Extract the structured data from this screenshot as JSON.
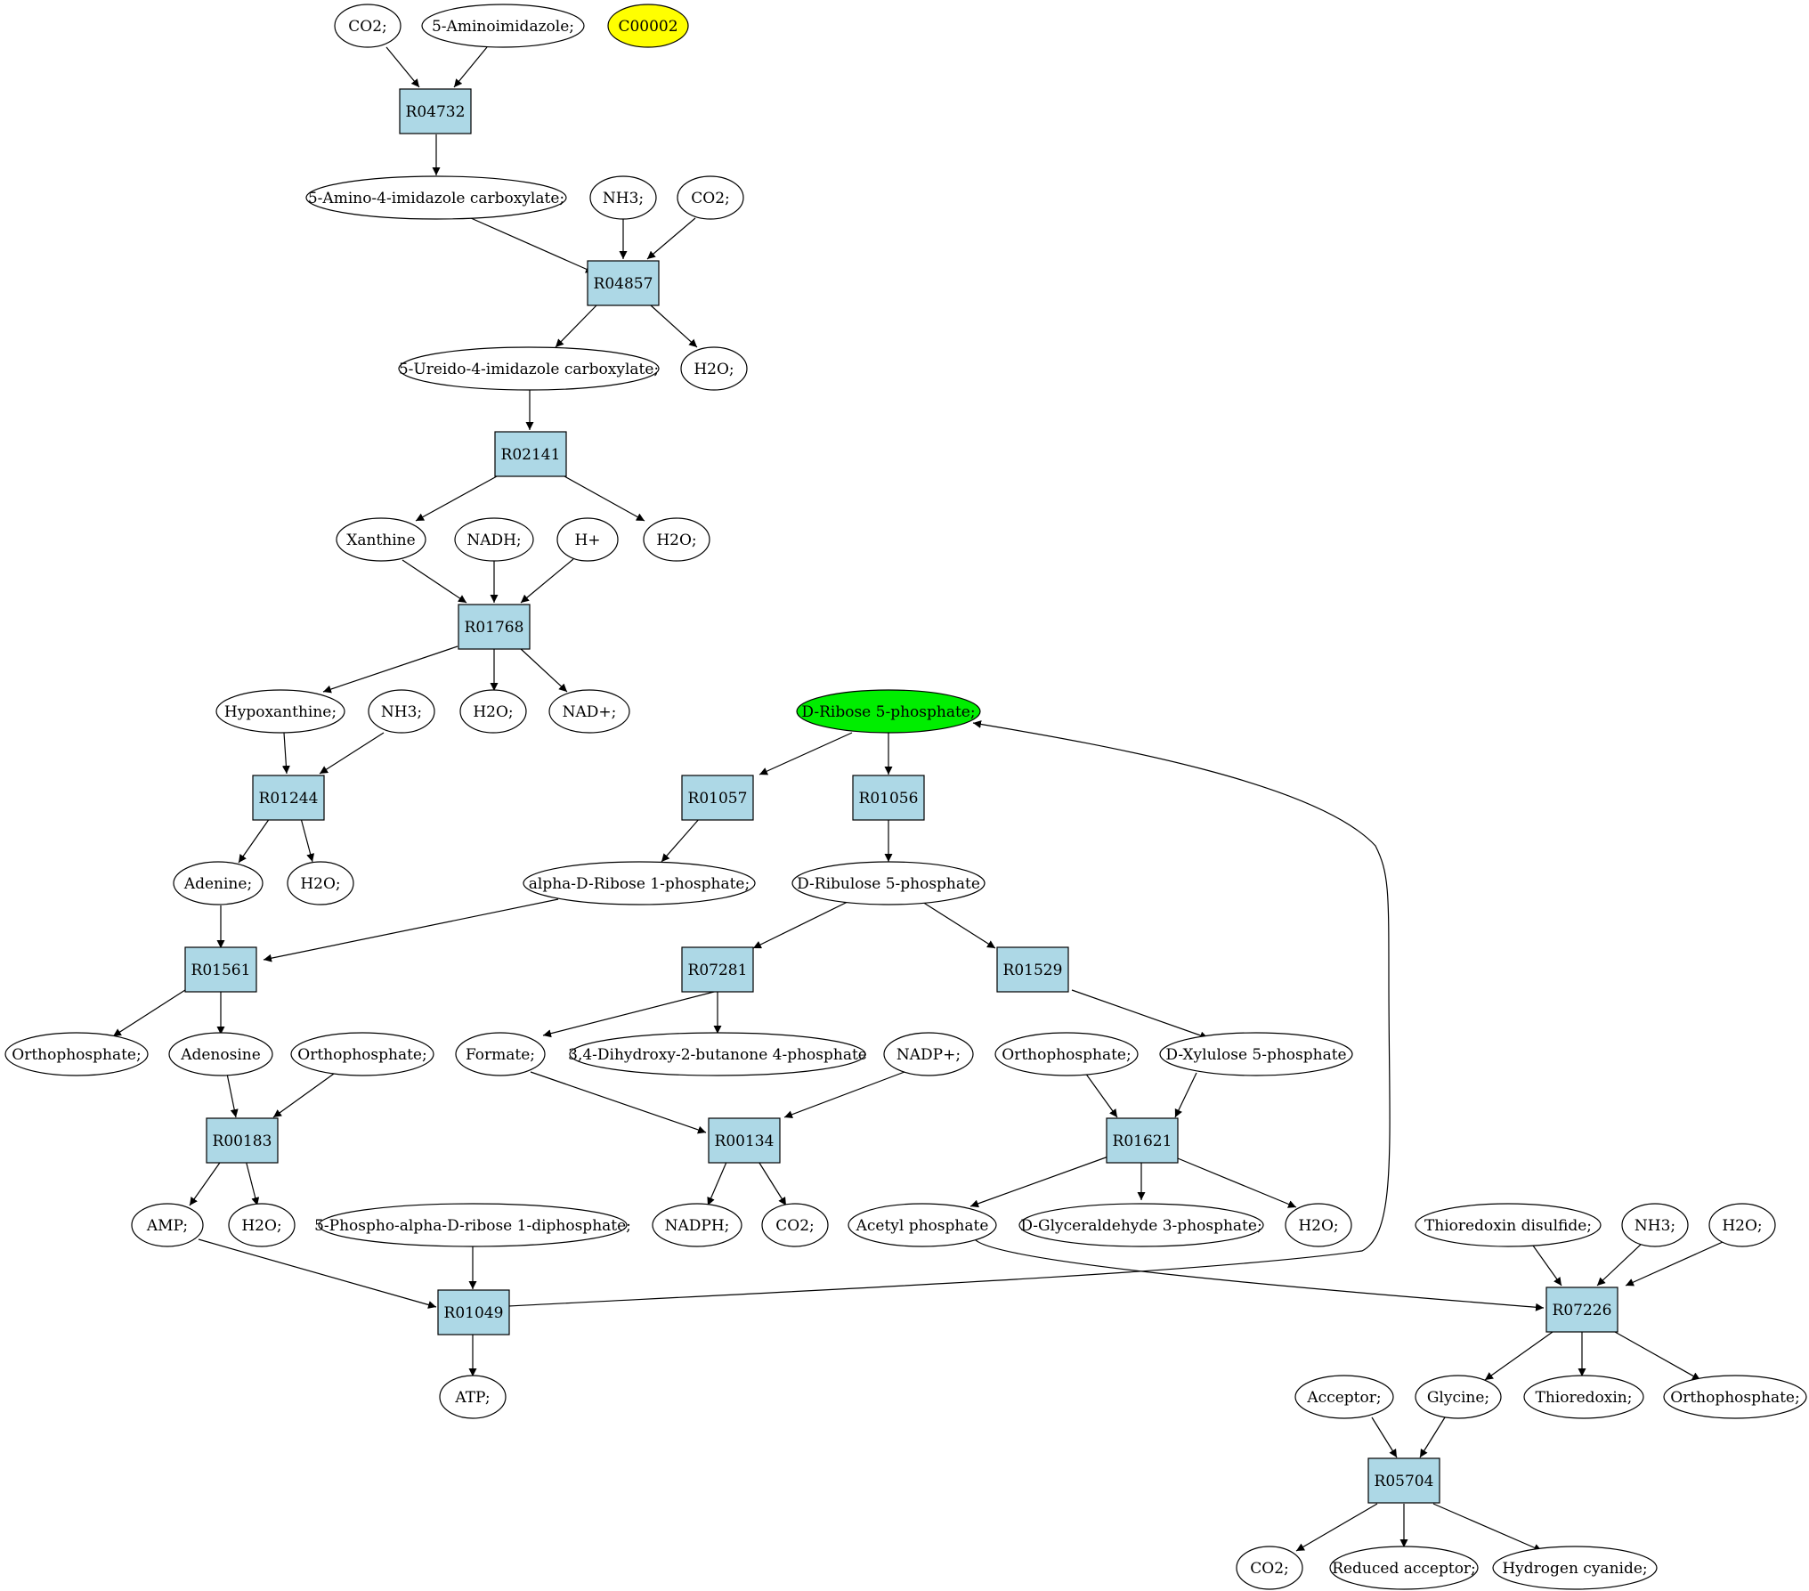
{
  "reactions": {
    "R04732": "R04732",
    "R04857": "R04857",
    "R02141": "R02141",
    "R01768": "R01768",
    "R01244": "R01244",
    "R01057": "R01057",
    "R01056": "R01056",
    "R01561": "R01561",
    "R07281": "R07281",
    "R01529": "R01529",
    "R00183": "R00183",
    "R00134": "R00134",
    "R01621": "R01621",
    "R01049": "R01049",
    "R07226": "R07226",
    "R05704": "R05704"
  },
  "compounds": {
    "co2_a": "CO2;",
    "aminoimidazole": "5-Aminoimidazole;",
    "c00002": "C00002",
    "amino_imidazole_carboxylate": "5-Amino-4-imidazole carboxylate;",
    "nh3_a": "NH3;",
    "co2_b": "CO2;",
    "ureido_imidazole_carboxylate": "5-Ureido-4-imidazole carboxylate;",
    "h2o_a": "H2O;",
    "xanthine": "Xanthine",
    "nadh": "NADH;",
    "h_plus": "H+",
    "h2o_b": "H2O;",
    "hypoxanthine": "Hypoxanthine;",
    "nh3_b": "NH3;",
    "h2o_c": "H2O;",
    "nad_plus": "NAD+;",
    "ribose_5p": "D-Ribose 5-phosphate;",
    "adenine": "Adenine;",
    "h2o_d": "H2O;",
    "alpha_ribose_1p": "alpha-D-Ribose 1-phosphate;",
    "ribulose_5p": "D-Ribulose 5-phosphate",
    "orthophosphate_a": "Orthophosphate;",
    "adenosine": "Adenosine",
    "orthophosphate_b": "Orthophosphate;",
    "formate": "Formate;",
    "dihydroxy_butanone": "3,4-Dihydroxy-2-butanone 4-phosphate",
    "nadp_plus": "NADP+;",
    "orthophosphate_c": "Orthophosphate;",
    "xylulose_5p": "D-Xylulose 5-phosphate",
    "amp": "AMP;",
    "h2o_e": "H2O;",
    "prpp": "5-Phospho-alpha-D-ribose 1-diphosphate;",
    "nadph": "NADPH;",
    "co2_c": "CO2;",
    "acetyl_phosphate": "Acetyl phosphate",
    "glyceraldehyde_3p": "D-Glyceraldehyde 3-phosphate;",
    "h2o_f": "H2O;",
    "thioredoxin_disulfide": "Thioredoxin disulfide;",
    "nh3_c": "NH3;",
    "h2o_g": "H2O;",
    "atp": "ATP;",
    "acceptor": "Acceptor;",
    "glycine": "Glycine;",
    "thioredoxin": "Thioredoxin;",
    "orthophosphate_d": "Orthophosphate;",
    "co2_d": "CO2;",
    "reduced_acceptor": "Reduced acceptor;",
    "hydrogen_cyanide": "Hydrogen cyanide;"
  },
  "colors": {
    "reaction_fill": "#add8e6",
    "compound_fill": "#ffffff",
    "highlight_start": "#00ee00",
    "highlight_c00002": "#ffff00"
  }
}
